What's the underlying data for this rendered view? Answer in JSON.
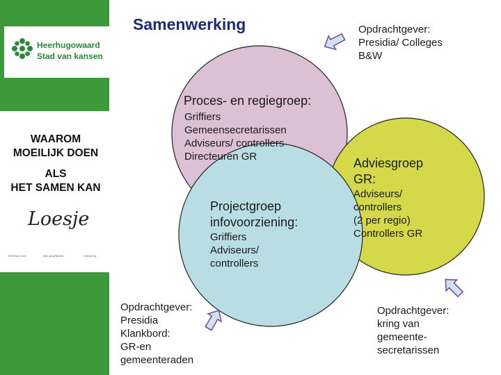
{
  "title": "Samenwerking",
  "logo": {
    "line1": "Heerhugowaard",
    "line2": "Stad van kansen"
  },
  "poster": {
    "lines": [
      "WAAROM",
      "MOEILIJK DOEN",
      "ALS",
      "HET SAMEN KAN"
    ],
    "logo_text": "Loesje",
    "footer": [
      "POSTBUS 1010",
      "6801 BA ARNHEM",
      "LOESJE.NL"
    ]
  },
  "diagram": {
    "proces": {
      "heading": "Proces- en regiegroep:",
      "lines": [
        "Griffiers",
        "Gemeensecretarissen",
        "Adviseurs/ controllers",
        "Directeuren GR"
      ]
    },
    "project": {
      "heading": [
        "Projectgroep",
        "infovoorziening:"
      ],
      "lines": [
        "Griffiers",
        "Adviseurs/",
        "controllers"
      ]
    },
    "advies": {
      "heading": [
        "Adviesgroep",
        "GR:"
      ],
      "lines": [
        "Adviseurs/",
        "controllers",
        "(2 per regio)",
        "Controllers GR"
      ]
    },
    "opdrachtgever_top": [
      "Opdrachtgever:",
      "Presidia/ Colleges",
      "B&W"
    ],
    "opdrachtgever_left": [
      "Opdrachtgever:",
      "Presidia",
      "Klankbord:",
      "GR-en",
      "gemeenteraden"
    ],
    "opdrachtgever_right": [
      "Opdrachtgever:",
      "kring van",
      "gemeente-",
      "secretarissen"
    ]
  },
  "colors": {
    "sidebar_green": "#3c9a3a",
    "circle_pink": "#dcc0d6",
    "circle_blue": "#b8dde3",
    "circle_yellow": "#d4d94a",
    "arrow_fill": "#cfe3ee",
    "arrow_stroke": "#7a4ea1",
    "title_color": "#1f2a77"
  }
}
